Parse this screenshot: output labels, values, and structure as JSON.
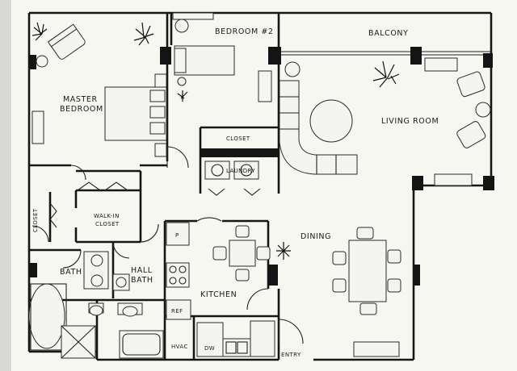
{
  "rooms": {
    "master_bedroom": [
      "MASTER",
      "BEDROOM"
    ],
    "bedroom2": "BEDROOM #2",
    "balcony": "BALCONY",
    "living_room": "LIVING ROOM",
    "closet_bed2": "CLOSET",
    "laundry": "LAUNDRY",
    "walk_in_closet": [
      "WALK-IN",
      "CLOSET"
    ],
    "closet_left": "CLOSET",
    "bath": "BATH",
    "hall_bath": [
      "HALL",
      "BATH"
    ],
    "kitchen": "KITCHEN",
    "dining": "DINING",
    "pantry": "P",
    "refrigerator": "REF",
    "hvac": "HVAC",
    "dishwasher": "DW",
    "entry": "ENTRY"
  },
  "colors": {
    "paper": "#f7f7f2",
    "ink": "#161616",
    "background": "#d8d8d4"
  }
}
